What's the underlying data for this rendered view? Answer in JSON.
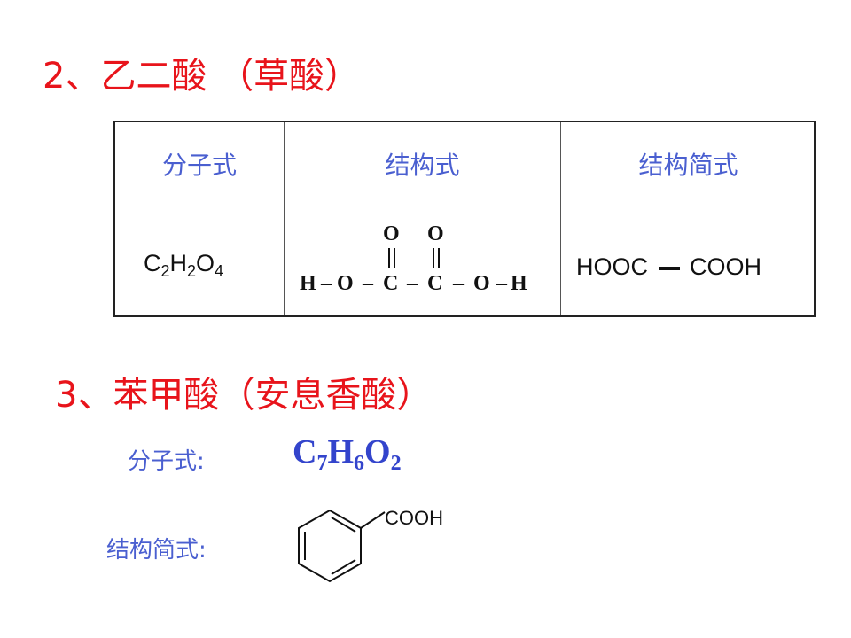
{
  "section2": {
    "number": "2",
    "separator": "、",
    "title": "乙二酸 （草酸）"
  },
  "table": {
    "headers": [
      "分子式",
      "结构式",
      "结构简式"
    ],
    "oxalic": {
      "molecular": [
        {
          "el": "C",
          "n": "2"
        },
        {
          "el": "H",
          "n": "2"
        },
        {
          "el": "O",
          "n": "4"
        }
      ],
      "structure": {
        "top_o": "O",
        "h": "H",
        "o": "O",
        "c": "C",
        "dash": "–"
      },
      "simple_left": "HOOC",
      "simple_right": "COOH"
    }
  },
  "section3": {
    "number": "3",
    "separator": "、",
    "title": "苯甲酸（安息香酸）",
    "molecular_label": "分子式:",
    "molecular": [
      {
        "el": "C",
        "n": "7"
      },
      {
        "el": "H",
        "n": "6"
      },
      {
        "el": "O",
        "n": "2"
      }
    ],
    "structure_label": "结构简式:",
    "cooh": "COOH"
  }
}
